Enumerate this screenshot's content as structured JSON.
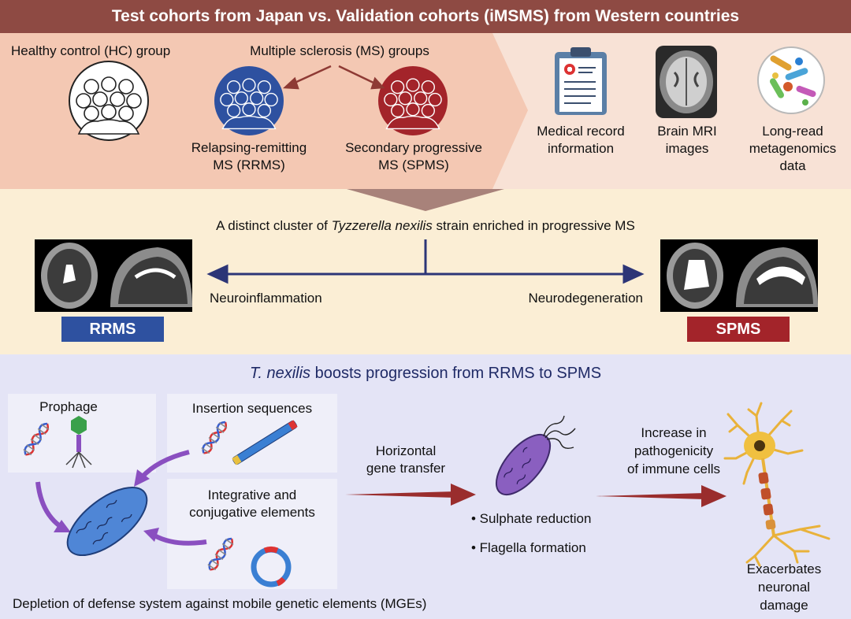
{
  "header": {
    "title": "Test cohorts from Japan vs. Validation cohorts (iMSMS) from Western countries"
  },
  "cohorts": {
    "hc_label": "Healthy control (HC) group",
    "ms_label": "Multiple sclerosis (MS) groups",
    "rrms_label_1": "Relapsing-remitting",
    "rrms_label_2": "MS (RRMS)",
    "spms_label_1": "Secondary progressive",
    "spms_label_2": "MS (SPMS)"
  },
  "data_sources": [
    {
      "icon": "clipboard-icon",
      "line1": "Medical record",
      "line2": "information",
      "line3": ""
    },
    {
      "icon": "brain-mri-icon",
      "line1": "Brain MRI",
      "line2": "images",
      "line3": ""
    },
    {
      "icon": "microbiome-icon",
      "line1": "Long-read",
      "line2": "metagenomics",
      "line3": "data"
    }
  ],
  "finding": {
    "prefix": "A distinct cluster of ",
    "species": "Tyzzerella nexilis",
    "suffix": " strain enriched in progressive MS",
    "left_label": "Neuroinflammation",
    "right_label": "Neurodegeneration",
    "rrms_badge": "RRMS",
    "spms_badge": "SPMS"
  },
  "mechanism": {
    "title_italic": "T. nexilis",
    "title_rest": " boosts progression from RRMS to SPMS",
    "prophage_label": "Prophage",
    "insertion_label": "Insertion sequences",
    "ice_label_1": "Integrative and",
    "ice_label_2": "conjugative elements",
    "depletion_label": "Depletion of defense system against mobile genetic elements (MGEs)",
    "hgt_label_1": "Horizontal",
    "hgt_label_2": "gene transfer",
    "bullets": [
      "• Sulphate reduction",
      "• Flagella formation"
    ],
    "pathogenicity_1": "Increase in",
    "pathogenicity_2": "pathogenicity",
    "pathogenicity_3": "of immune cells",
    "outcome_1": "Exacerbates",
    "outcome_2": "neuronal",
    "outcome_3": "damage"
  },
  "colors": {
    "title_bg": "#8e4a43",
    "rrms_blue": "#2e51a0",
    "spms_red": "#a3242a",
    "arrow_navy": "#2c3577",
    "arrow_red": "#9a2d2d",
    "purple": "#8a4fc0"
  }
}
